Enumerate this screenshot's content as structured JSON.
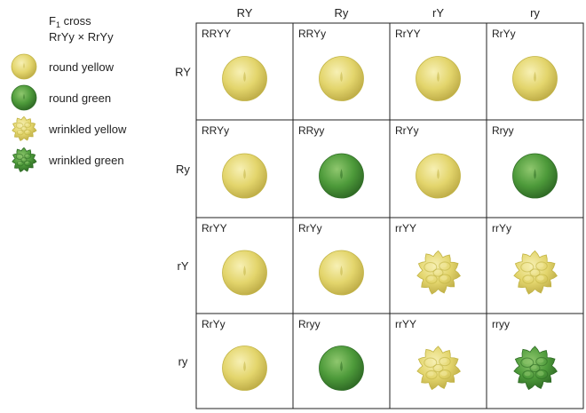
{
  "title": {
    "line1_prefix": "F",
    "line1_subscript": "1",
    "line1_suffix": " cross",
    "line2": "RrYy × RrYy"
  },
  "legend": [
    {
      "label": "round yellow",
      "shape": "round",
      "color": "yellow"
    },
    {
      "label": "round green",
      "shape": "round",
      "color": "green"
    },
    {
      "label": "wrinkled yellow",
      "shape": "wrinkled",
      "color": "yellow"
    },
    {
      "label": "wrinkled green",
      "shape": "wrinkled",
      "color": "green"
    }
  ],
  "column_headers": [
    "RY",
    "Ry",
    "rY",
    "ry"
  ],
  "row_headers": [
    "RY",
    "Ry",
    "rY",
    "ry"
  ],
  "cells": [
    [
      {
        "genotype": "RRYY",
        "shape": "round",
        "color": "yellow"
      },
      {
        "genotype": "RRYy",
        "shape": "round",
        "color": "yellow"
      },
      {
        "genotype": "RrYY",
        "shape": "round",
        "color": "yellow"
      },
      {
        "genotype": "RrYy",
        "shape": "round",
        "color": "yellow"
      }
    ],
    [
      {
        "genotype": "RRYy",
        "shape": "round",
        "color": "yellow"
      },
      {
        "genotype": "RRyy",
        "shape": "round",
        "color": "green"
      },
      {
        "genotype": "RrYy",
        "shape": "round",
        "color": "yellow"
      },
      {
        "genotype": "Rryy",
        "shape": "round",
        "color": "green"
      }
    ],
    [
      {
        "genotype": "RrYY",
        "shape": "round",
        "color": "yellow"
      },
      {
        "genotype": "RrYy",
        "shape": "round",
        "color": "yellow"
      },
      {
        "genotype": "rrYY",
        "shape": "wrinkled",
        "color": "yellow"
      },
      {
        "genotype": "rrYy",
        "shape": "wrinkled",
        "color": "yellow"
      }
    ],
    [
      {
        "genotype": "RrYy",
        "shape": "round",
        "color": "yellow"
      },
      {
        "genotype": "Rryy",
        "shape": "round",
        "color": "green"
      },
      {
        "genotype": "rrYY",
        "shape": "wrinkled",
        "color": "yellow"
      },
      {
        "genotype": "rryy",
        "shape": "wrinkled",
        "color": "green"
      }
    ]
  ],
  "colors": {
    "yellow_fill": "#e3d56c",
    "yellow_light": "#f3eaa0",
    "yellow_dark": "#c2b445",
    "green_fill": "#4d9a3a",
    "green_light": "#8cc46c",
    "green_dark": "#2f6d25",
    "grid": "#222222"
  }
}
